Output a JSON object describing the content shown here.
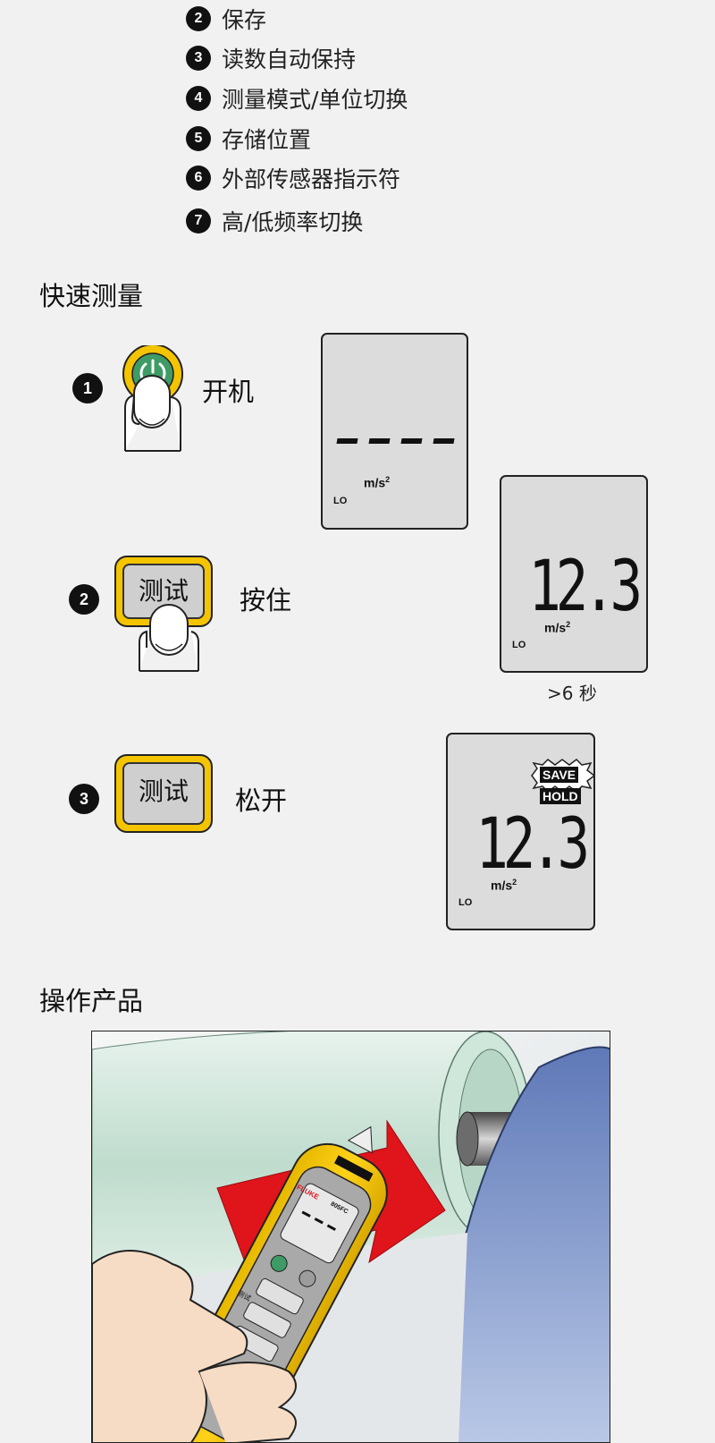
{
  "legend": [
    {
      "num": "2",
      "label": "保存"
    },
    {
      "num": "3",
      "label": "读数自动保持"
    },
    {
      "num": "4",
      "label": "测量模式/单位切换"
    },
    {
      "num": "5",
      "label": "存储位置"
    },
    {
      "num": "6",
      "label": "外部传感器指示符"
    },
    {
      "num": "7",
      "label": "高/低频率切换"
    }
  ],
  "quick_measure": {
    "heading": "快速测量",
    "steps": [
      {
        "num": "1",
        "label": "开机"
      },
      {
        "num": "2",
        "label": "按住",
        "button_text": "测试"
      },
      {
        "num": "3",
        "label": "松开",
        "button_text": "测试"
      }
    ],
    "screens": {
      "initial": {
        "range": "LO",
        "unit": "m/s",
        "unit_exp": "2",
        "dashes": "- - - -"
      },
      "holding": {
        "value": "12.3",
        "range": "LO",
        "unit": "m/s",
        "unit_exp": "2",
        "caption": ">6 秒"
      },
      "released": {
        "value": "12.3",
        "range": "LO",
        "unit": "m/s",
        "unit_exp": "2",
        "save_label": "SAVE",
        "hold_label": "HOLD"
      }
    }
  },
  "operate": {
    "heading": "操作产品",
    "device_brand": "FLUKE",
    "device_model": "805FC",
    "device_button_test": "测试",
    "colors": {
      "device_body": "#f4c400",
      "arrow": "#e0141b",
      "machine_blue": "#6f88c2",
      "shaft_green": "#cfe6da"
    }
  }
}
